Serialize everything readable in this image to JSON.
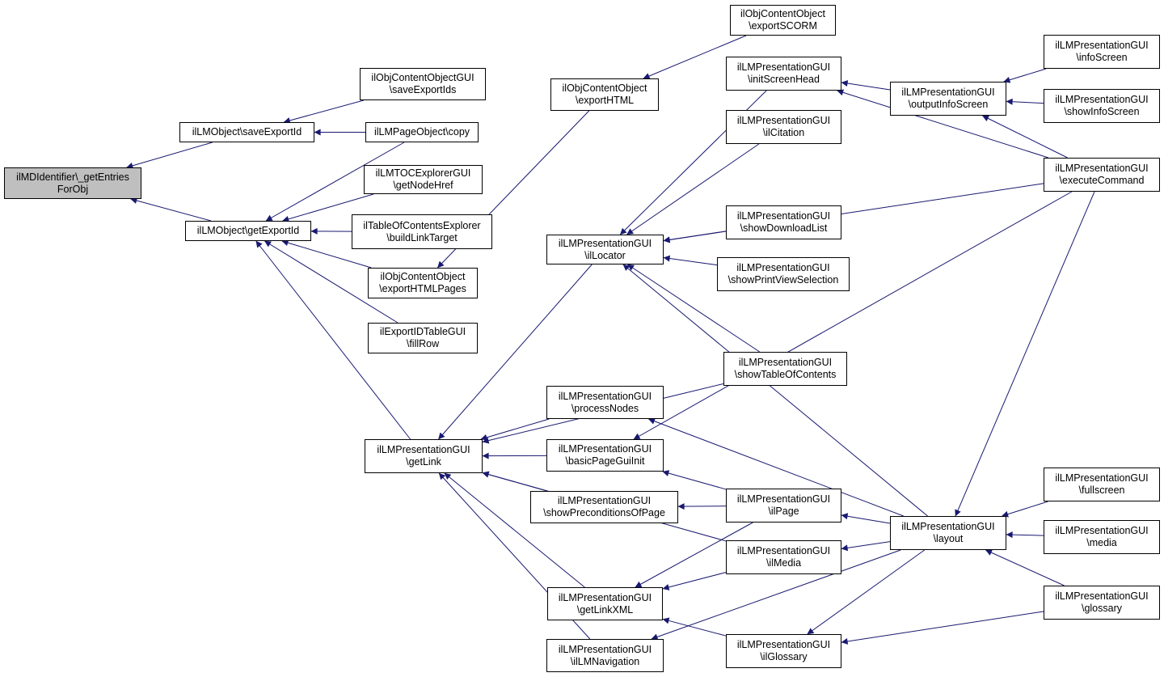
{
  "nodes": [
    {
      "id": "root",
      "lines": [
        "ilMDIdentifier\\_getEntries",
        "ForObj"
      ],
      "root": true
    },
    {
      "id": "saveExportId",
      "lines": [
        "ilLMObject\\saveExportId"
      ]
    },
    {
      "id": "getExportId",
      "lines": [
        "ilLMObject\\getExportId"
      ]
    },
    {
      "id": "saveExportIds",
      "lines": [
        "ilObjContentObjectGUI",
        "\\saveExportIds"
      ]
    },
    {
      "id": "copy",
      "lines": [
        "ilLMPageObject\\copy"
      ]
    },
    {
      "id": "getNodeHref",
      "lines": [
        "ilLMTOCExplorerGUI",
        "\\getNodeHref"
      ]
    },
    {
      "id": "buildLinkTarget",
      "lines": [
        "ilTableOfContentsExplorer",
        "\\buildLinkTarget"
      ]
    },
    {
      "id": "exportHTMLPages",
      "lines": [
        "ilObjContentObject",
        "\\exportHTMLPages"
      ]
    },
    {
      "id": "fillRow",
      "lines": [
        "ilExportIDTableGUI",
        "\\fillRow"
      ]
    },
    {
      "id": "getLink",
      "lines": [
        "ilLMPresentationGUI",
        "\\getLink"
      ]
    },
    {
      "id": "exportHTML",
      "lines": [
        "ilObjContentObject",
        "\\exportHTML"
      ]
    },
    {
      "id": "exportSCORM",
      "lines": [
        "ilObjContentObject",
        "\\exportSCORM"
      ]
    },
    {
      "id": "ilLocator",
      "lines": [
        "ilLMPresentationGUI",
        "\\ilLocator"
      ]
    },
    {
      "id": "processNodes",
      "lines": [
        "ilLMPresentationGUI",
        "\\processNodes"
      ]
    },
    {
      "id": "basicPageGuiInit",
      "lines": [
        "ilLMPresentationGUI",
        "\\basicPageGuiInit"
      ]
    },
    {
      "id": "showPreconditionsOfPage",
      "lines": [
        "ilLMPresentationGUI",
        "\\showPreconditionsOfPage"
      ]
    },
    {
      "id": "getLinkXML",
      "lines": [
        "ilLMPresentationGUI",
        "\\getLinkXML"
      ]
    },
    {
      "id": "ilLMNavigation",
      "lines": [
        "ilLMPresentationGUI",
        "\\ilLMNavigation"
      ]
    },
    {
      "id": "initScreenHead",
      "lines": [
        "ilLMPresentationGUI",
        "\\initScreenHead"
      ]
    },
    {
      "id": "ilCitation",
      "lines": [
        "ilLMPresentationGUI",
        "\\ilCitation"
      ]
    },
    {
      "id": "showDownloadList",
      "lines": [
        "ilLMPresentationGUI",
        "\\showDownloadList"
      ]
    },
    {
      "id": "showPrintViewSelection",
      "lines": [
        "ilLMPresentationGUI",
        "\\showPrintViewSelection"
      ]
    },
    {
      "id": "showTableOfContents",
      "lines": [
        "ilLMPresentationGUI",
        "\\showTableOfContents"
      ]
    },
    {
      "id": "ilPage",
      "lines": [
        "ilLMPresentationGUI",
        "\\ilPage"
      ]
    },
    {
      "id": "ilMedia",
      "lines": [
        "ilLMPresentationGUI",
        "\\ilMedia"
      ]
    },
    {
      "id": "ilGlossary",
      "lines": [
        "ilLMPresentationGUI",
        "\\ilGlossary"
      ]
    },
    {
      "id": "outputInfoScreen",
      "lines": [
        "ilLMPresentationGUI",
        "\\outputInfoScreen"
      ]
    },
    {
      "id": "layout",
      "lines": [
        "ilLMPresentationGUI",
        "\\layout"
      ]
    },
    {
      "id": "executeCommand",
      "lines": [
        "ilLMPresentationGUI",
        "\\executeCommand"
      ]
    },
    {
      "id": "infoScreen",
      "lines": [
        "ilLMPresentationGUI",
        "\\infoScreen"
      ]
    },
    {
      "id": "showInfoScreen",
      "lines": [
        "ilLMPresentationGUI",
        "\\showInfoScreen"
      ]
    },
    {
      "id": "fullscreen",
      "lines": [
        "ilLMPresentationGUI",
        "\\fullscreen"
      ]
    },
    {
      "id": "media",
      "lines": [
        "ilLMPresentationGUI",
        "\\media"
      ]
    },
    {
      "id": "glossary",
      "lines": [
        "ilLMPresentationGUI",
        "\\glossary"
      ]
    }
  ],
  "edges": [
    [
      "saveExportId",
      "root"
    ],
    [
      "getExportId",
      "root"
    ],
    [
      "saveExportIds",
      "saveExportId"
    ],
    [
      "copy",
      "saveExportId"
    ],
    [
      "copy",
      "getExportId"
    ],
    [
      "getNodeHref",
      "getExportId"
    ],
    [
      "buildLinkTarget",
      "getExportId"
    ],
    [
      "exportHTMLPages",
      "getExportId"
    ],
    [
      "fillRow",
      "getExportId"
    ],
    [
      "getLink",
      "getExportId"
    ],
    [
      "exportHTML",
      "exportHTMLPages"
    ],
    [
      "exportSCORM",
      "exportHTML"
    ],
    [
      "ilLocator",
      "getLink"
    ],
    [
      "showTableOfContents",
      "getLink"
    ],
    [
      "processNodes",
      "getLink"
    ],
    [
      "basicPageGuiInit",
      "getLink"
    ],
    [
      "showPreconditionsOfPage",
      "getLink"
    ],
    [
      "ilMedia",
      "getLink"
    ],
    [
      "getLinkXML",
      "getLink"
    ],
    [
      "ilLMNavigation",
      "getLink"
    ],
    [
      "initScreenHead",
      "ilLocator"
    ],
    [
      "ilCitation",
      "ilLocator"
    ],
    [
      "executeCommand",
      "ilLocator"
    ],
    [
      "showDownloadList",
      "ilLocator"
    ],
    [
      "showPrintViewSelection",
      "ilLocator"
    ],
    [
      "showTableOfContents",
      "ilLocator"
    ],
    [
      "layout",
      "ilLocator"
    ],
    [
      "outputInfoScreen",
      "initScreenHead"
    ],
    [
      "executeCommand",
      "initScreenHead"
    ],
    [
      "infoScreen",
      "outputInfoScreen"
    ],
    [
      "showInfoScreen",
      "outputInfoScreen"
    ],
    [
      "executeCommand",
      "outputInfoScreen"
    ],
    [
      "layout",
      "processNodes"
    ],
    [
      "executeCommand",
      "basicPageGuiInit"
    ],
    [
      "ilPage",
      "basicPageGuiInit"
    ],
    [
      "ilPage",
      "showPreconditionsOfPage"
    ],
    [
      "ilPage",
      "getLinkXML"
    ],
    [
      "ilMedia",
      "getLinkXML"
    ],
    [
      "ilGlossary",
      "getLinkXML"
    ],
    [
      "layout",
      "ilLMNavigation"
    ],
    [
      "layout",
      "ilPage"
    ],
    [
      "layout",
      "ilMedia"
    ],
    [
      "layout",
      "ilGlossary"
    ],
    [
      "glossary",
      "ilGlossary"
    ],
    [
      "fullscreen",
      "layout"
    ],
    [
      "media",
      "layout"
    ],
    [
      "glossary",
      "layout"
    ],
    [
      "executeCommand",
      "layout"
    ]
  ],
  "colors": {
    "edge": "#191970",
    "node_border": "#000000",
    "node_fill": "#ffffff",
    "root_fill": "#bfbfbf"
  }
}
